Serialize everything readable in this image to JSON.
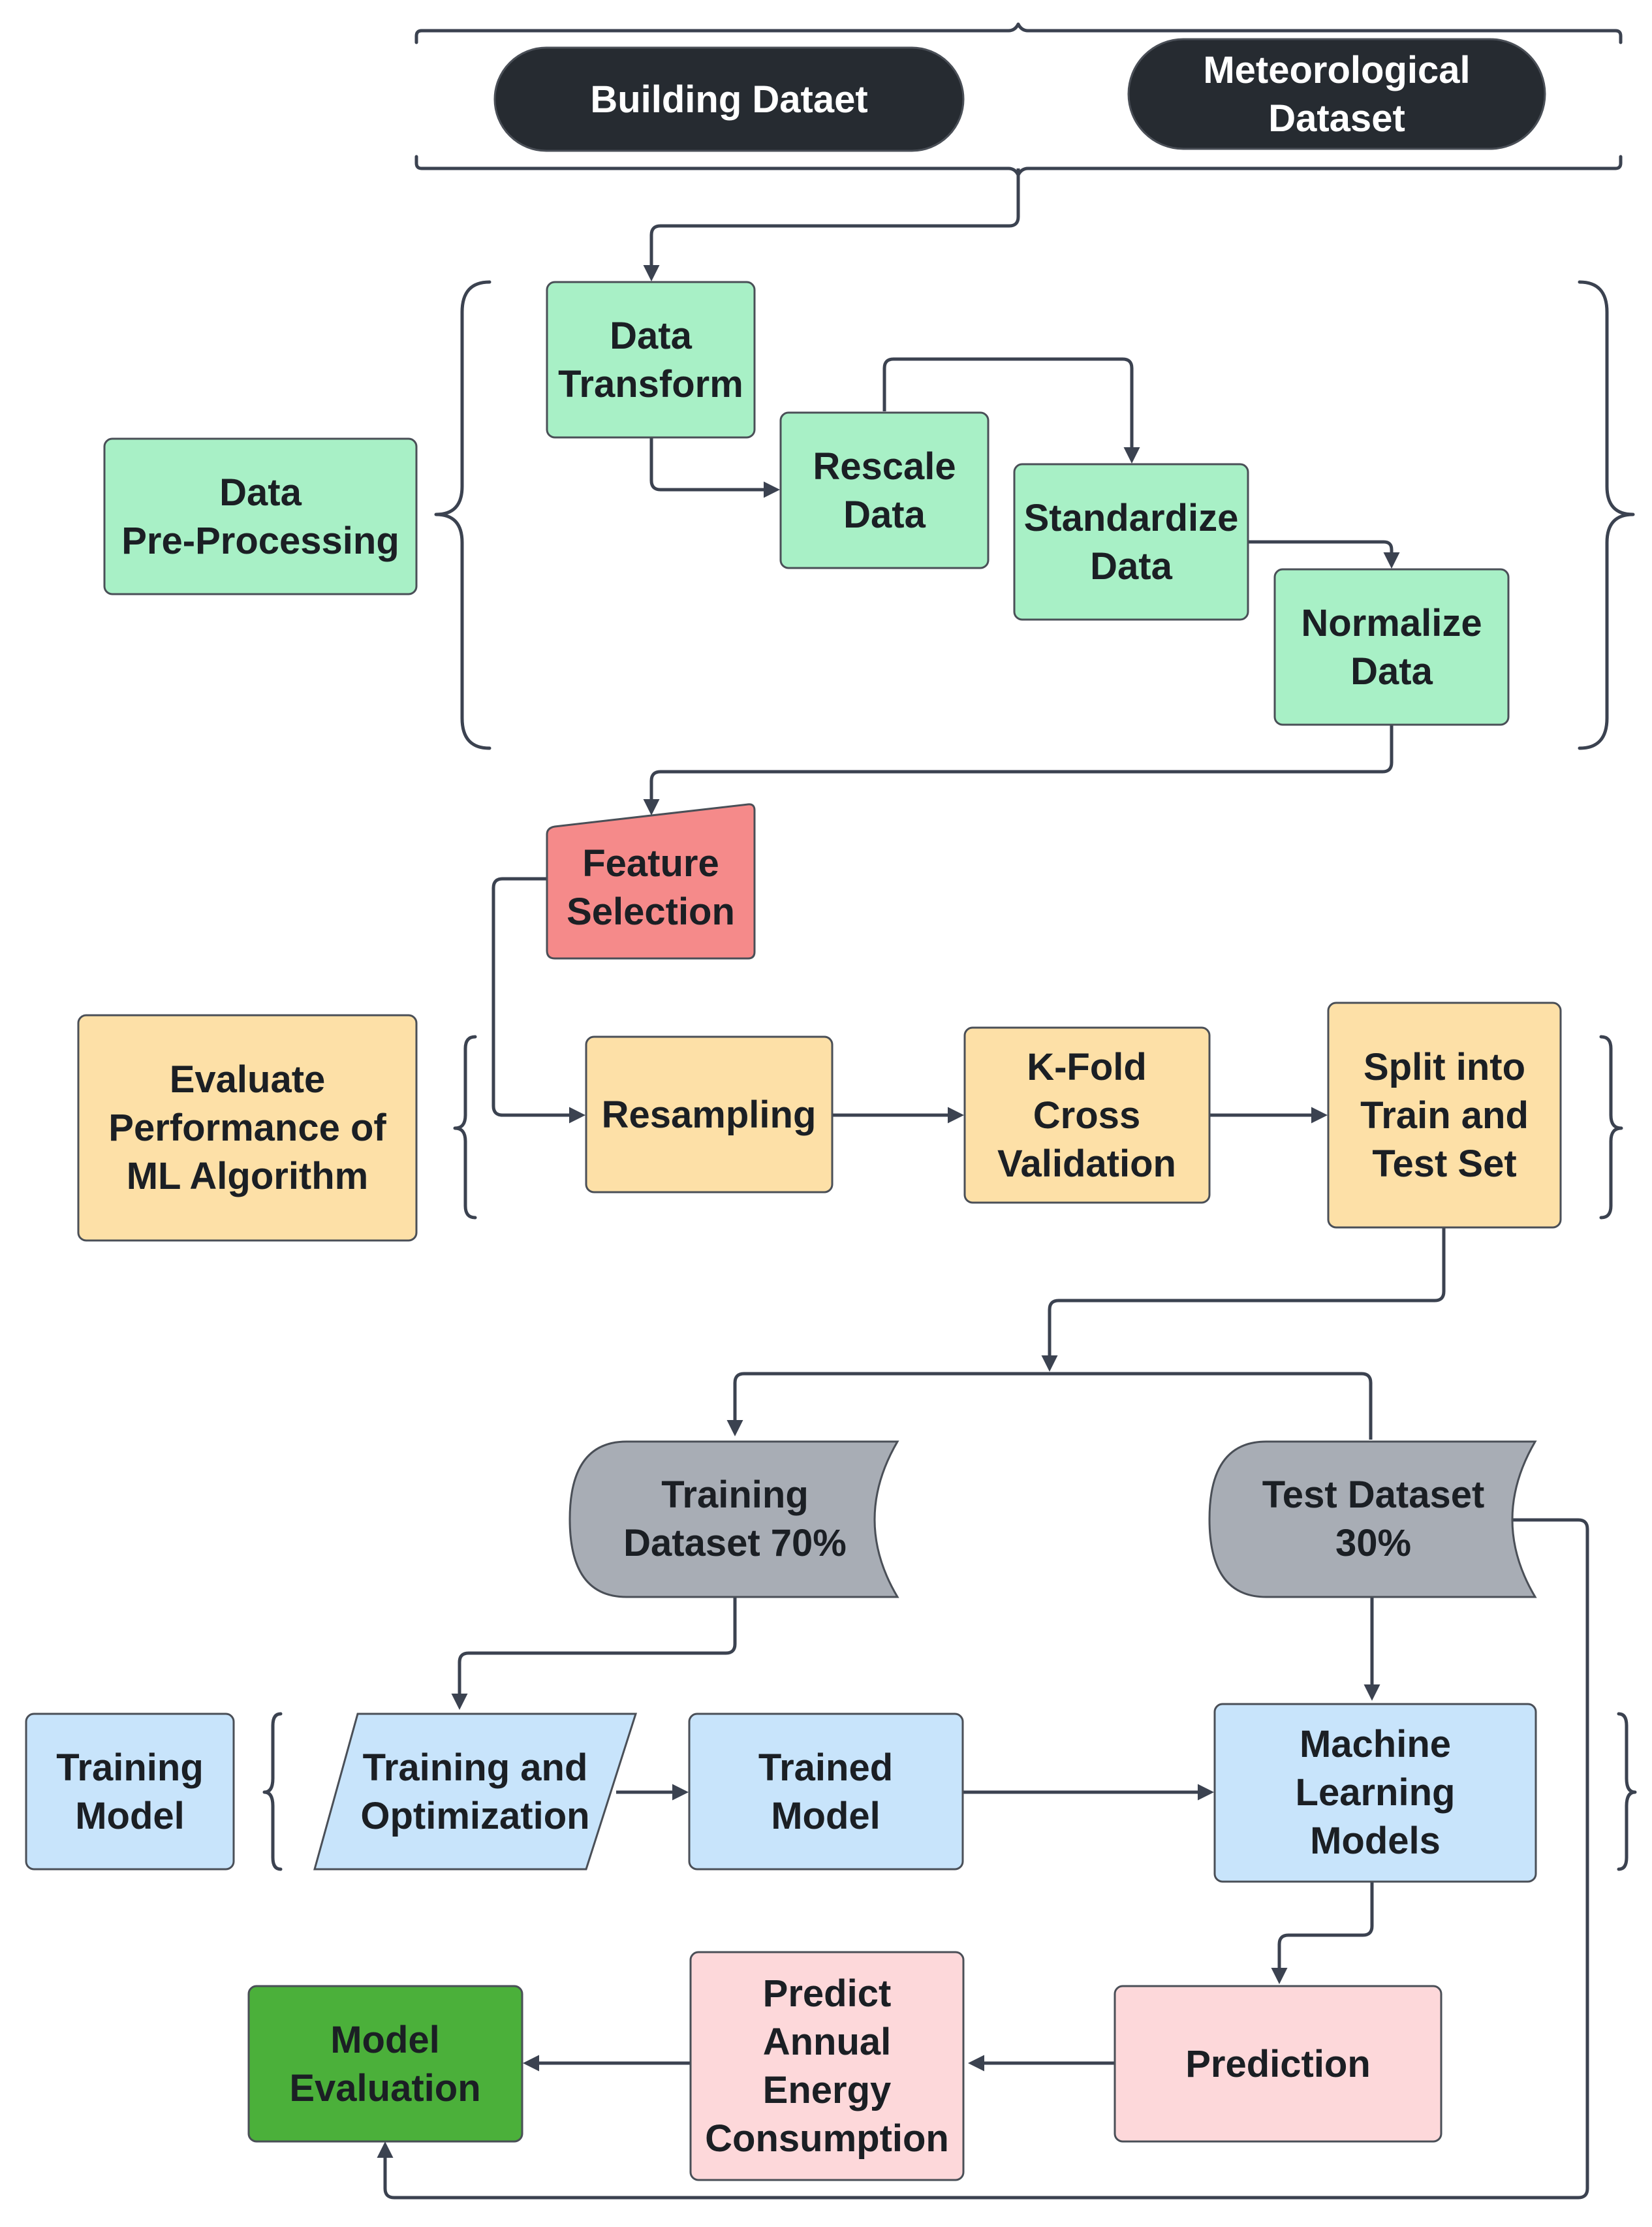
{
  "colors": {
    "green": "#a8f0c6",
    "red": "#f58a8a",
    "orange": "#fde0a7",
    "blue": "#c8e4fb",
    "gray": "#a8adb5",
    "pink": "#fdd8da",
    "dark_green": "#4bb03a",
    "pill": "#262b31",
    "edge": "#3b4250"
  },
  "datasets": {
    "building": [
      "Building Dataet"
    ],
    "meteorological": [
      "Meteorological",
      "Dataset"
    ]
  },
  "preprocessing": {
    "label": [
      "Data",
      "Pre-Processing"
    ],
    "transform": [
      "Data",
      "Transform"
    ],
    "rescale": [
      "Rescale",
      "Data"
    ],
    "standardize": [
      "Standardize",
      "Data"
    ],
    "normalize": [
      "Normalize",
      "Data"
    ]
  },
  "feature_selection": [
    "Feature",
    "Selection"
  ],
  "evaluation_stage": {
    "label": [
      "Evaluate",
      "Performance of",
      "ML Algorithm"
    ],
    "resampling": [
      "Resampling"
    ],
    "kfold": [
      "K-Fold",
      "Cross",
      "Validation"
    ],
    "split": [
      "Split into",
      "Train and",
      "Test Set"
    ]
  },
  "data_split": {
    "training": [
      "Training",
      "Dataset 70%"
    ],
    "test": [
      "Test Dataset",
      "30%"
    ]
  },
  "training_stage": {
    "label": [
      "Training",
      "Model"
    ],
    "optimization": [
      "Training and",
      "Optimization"
    ],
    "trained": [
      "Trained",
      "Model"
    ],
    "ml_models": [
      "Machine",
      "Learning",
      "Models"
    ]
  },
  "output": {
    "prediction": [
      "Prediction"
    ],
    "predict_energy": [
      "Predict",
      "Annual",
      "Energy",
      "Consumption"
    ],
    "model_evaluation": [
      "Model",
      "Evaluation"
    ]
  }
}
